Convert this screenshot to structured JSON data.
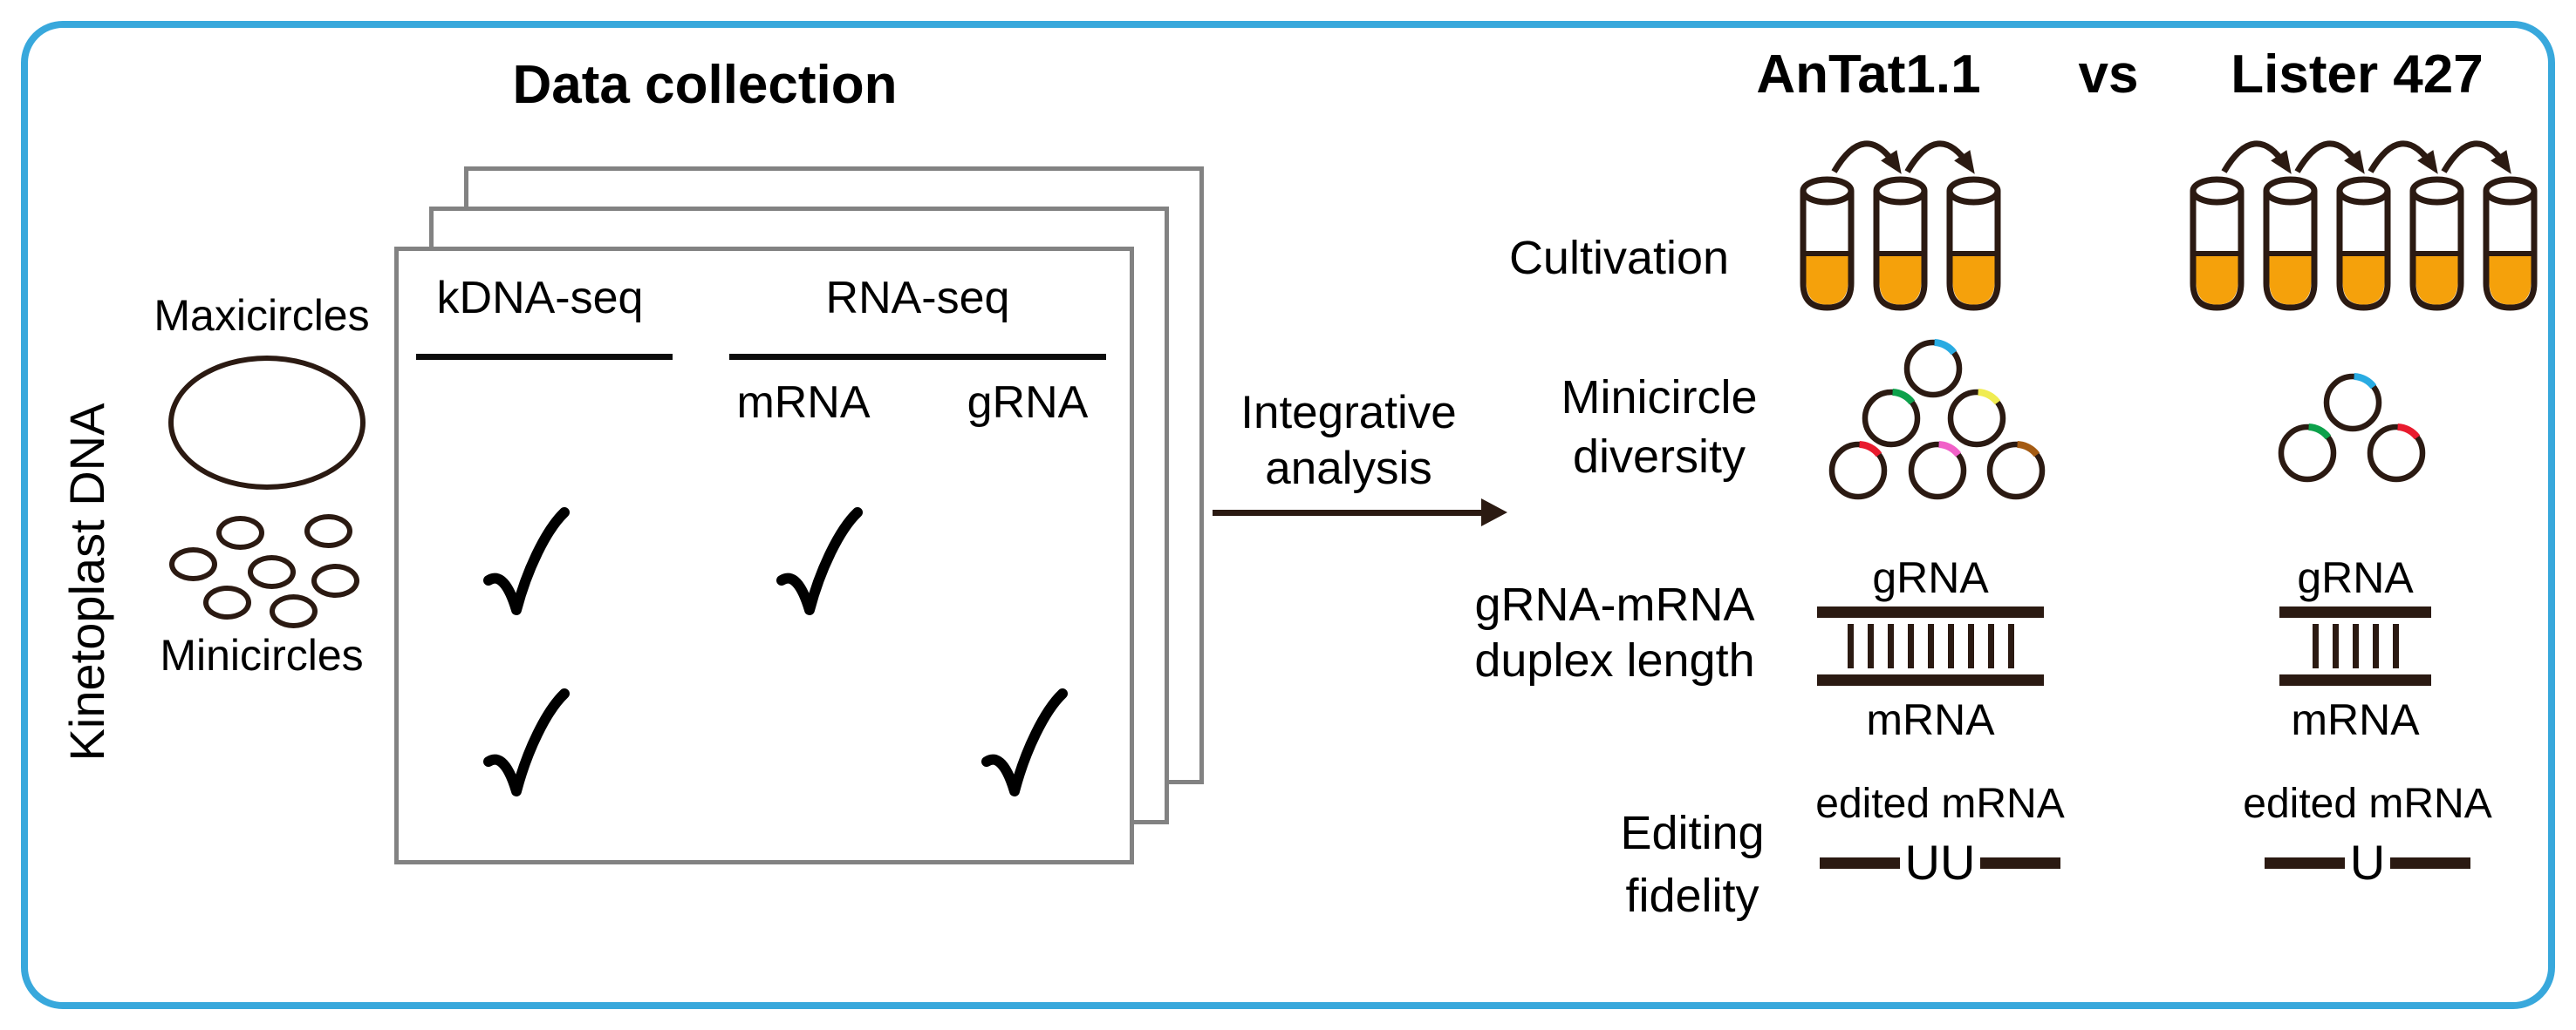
{
  "colors": {
    "frame_blue": "#38A8DC",
    "outline_dark": "#2B1A12",
    "liquid_orange": "#F5A10B",
    "card_gray": "#828282"
  },
  "left_panel": {
    "title": "Data collection",
    "side_label": "Kinetoplast DNA",
    "maxicircles_label": "Maxicircles",
    "minicircles_label": "Minicircles",
    "minicircle_count": 7
  },
  "table": {
    "col1_header": "kDNA-seq",
    "col2_header": "RNA-seq",
    "subcol1": "mRNA",
    "subcol2": "gRNA",
    "rows": [
      {
        "kDNA": true,
        "mRNA": true,
        "gRNA": false
      },
      {
        "kDNA": true,
        "mRNA": false,
        "gRNA": true
      }
    ]
  },
  "arrow_label": {
    "line1": "Integrative",
    "line2": "analysis"
  },
  "comparison": {
    "strain1": "AnTat1.1",
    "vs": "vs",
    "strain2": "Lister 427",
    "row_labels": [
      {
        "line1": "Cultivation",
        "line2": ""
      },
      {
        "line1": "Minicircle",
        "line2": "diversity"
      },
      {
        "line1": "gRNA-mRNA",
        "line2": "duplex length"
      },
      {
        "line1": "Editing",
        "line2": "fidelity"
      }
    ],
    "duplex_top_label": "gRNA",
    "duplex_bottom_label": "mRNA",
    "editing_caption": "edited mRNA",
    "antat": {
      "tube_count": 3,
      "transfer_arrow_count": 2,
      "minicircle_count": 6,
      "minicircle_arc_colors": [
        "#29ABE2",
        "#0DA14B",
        "#F0EC51",
        "#E81B2E",
        "#F160C8",
        "#A45B13"
      ],
      "duplex_pair_count": 9,
      "edit_insert": "UU"
    },
    "lister": {
      "tube_count": 5,
      "transfer_arrow_count": 4,
      "minicircle_count": 3,
      "minicircle_arc_colors": [
        "#29ABE2",
        "#0DA14B",
        "#E81B2E"
      ],
      "duplex_pair_count": 5,
      "edit_insert": "U"
    }
  }
}
